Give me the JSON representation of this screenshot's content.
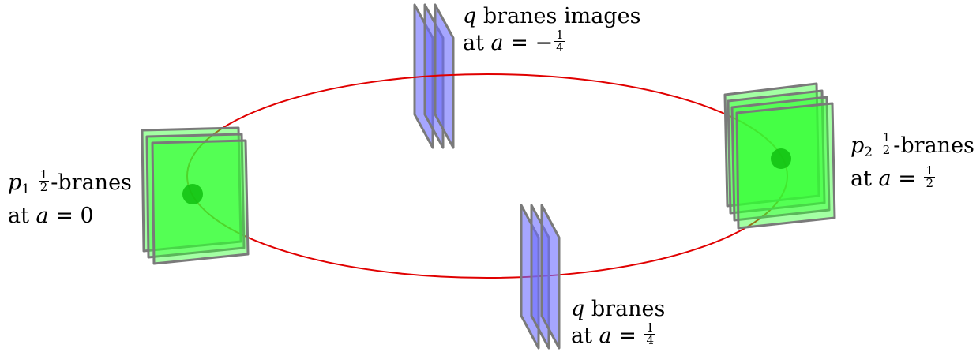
{
  "colors": {
    "circle": "#e00000",
    "half_brane_fill": "#33ff33",
    "q_brane_fill": "#6a6aff",
    "brane_edge": "#7a7a7a",
    "point": "#10c010"
  },
  "labels": {
    "p1": {
      "symbol": "p",
      "subscript": "1",
      "frac_num": "1",
      "frac_den": "2",
      "suffix": "-branes",
      "pos_prefix": "at ",
      "var": "a",
      "eq": " = ",
      "value": "0"
    },
    "p2": {
      "symbol": "p",
      "subscript": "2",
      "frac_num": "1",
      "frac_den": "2",
      "suffix": "-branes",
      "pos_prefix": "at ",
      "var": "a",
      "eq": " = ",
      "value_num": "1",
      "value_den": "2"
    },
    "q_images": {
      "symbol": "q",
      "text": " branes images",
      "pos_prefix": "at ",
      "var": "a",
      "eq": " = ",
      "sign": "−",
      "value_num": "1",
      "value_den": "4"
    },
    "q": {
      "symbol": "q",
      "text": " branes",
      "pos_prefix": "at ",
      "var": "a",
      "eq": " = ",
      "value_num": "1",
      "value_den": "4"
    }
  }
}
